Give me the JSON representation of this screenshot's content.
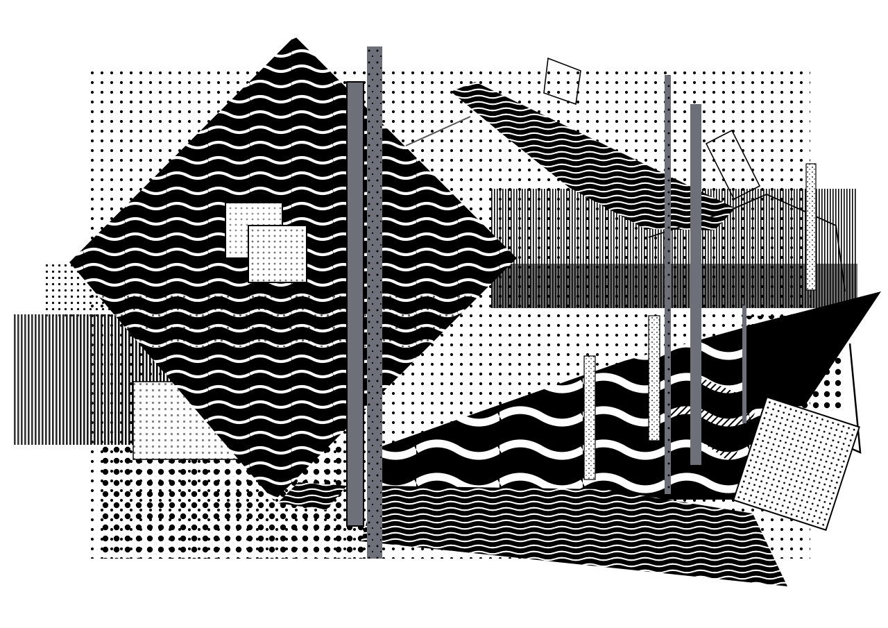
{
  "artwork": {
    "style": "generative black-and-white halftone collage",
    "colors": {
      "background": "#ffffff",
      "ink": "#000000",
      "bar_gray": "#6d7079"
    },
    "elements": [
      "dot-grid",
      "wave-stripe-diamond",
      "wave-stripe-fan",
      "wave-stripe-band",
      "vertical-hatch-blocks",
      "gray-bars",
      "outline-rectangles",
      "triangle",
      "thin-stripes"
    ]
  }
}
